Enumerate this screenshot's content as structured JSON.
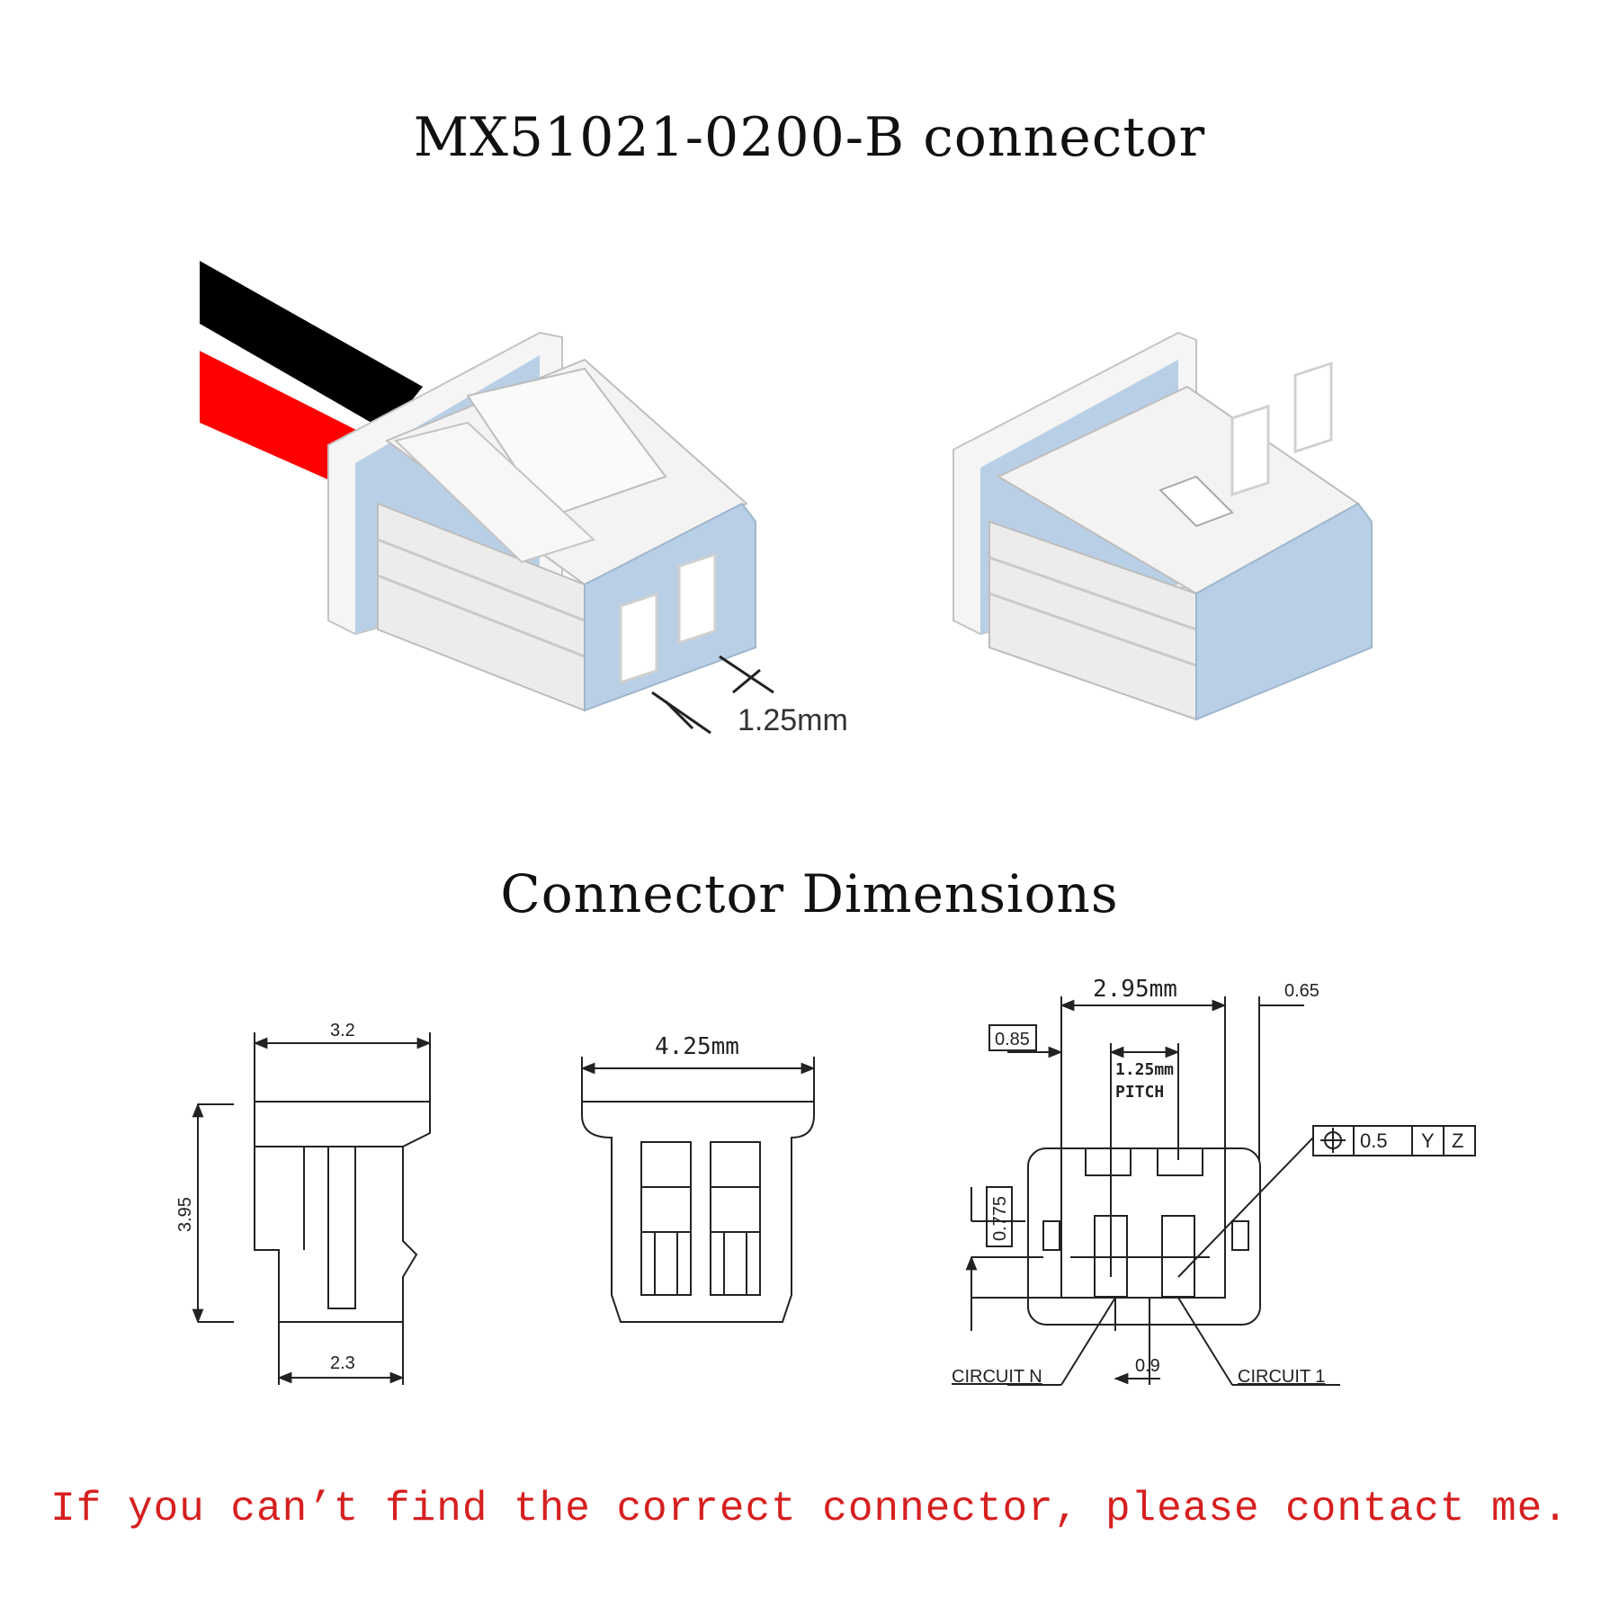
{
  "title": "MX51021-0200-B connector",
  "section_title": "Connector Dimensions",
  "photo": {
    "pitch_label": "1.25mm",
    "wire_colors": [
      "#000000",
      "#ff0000"
    ],
    "housing_color": "#f3f3f3",
    "accent_color": "#b9cfe6"
  },
  "side_view": {
    "width_top": "3.2",
    "height": "3.95",
    "width_bottom": "2.3"
  },
  "front_view": {
    "width": "4.25mm"
  },
  "top_view": {
    "width": "2.95mm",
    "offset_right": "0.65",
    "offset_left": "0.85",
    "pitch": "1.25mm",
    "pitch_word": "PITCH",
    "tolerance_value": "0.5",
    "datum_1": "Y",
    "datum_2": "Z",
    "height_offset": "0.775",
    "bottom_gap": "0.9",
    "circuit_n": "CIRCUIT N",
    "circuit_1": "CIRCUIT 1"
  },
  "contact_note": "If you can’t find the correct connector, please contact me."
}
